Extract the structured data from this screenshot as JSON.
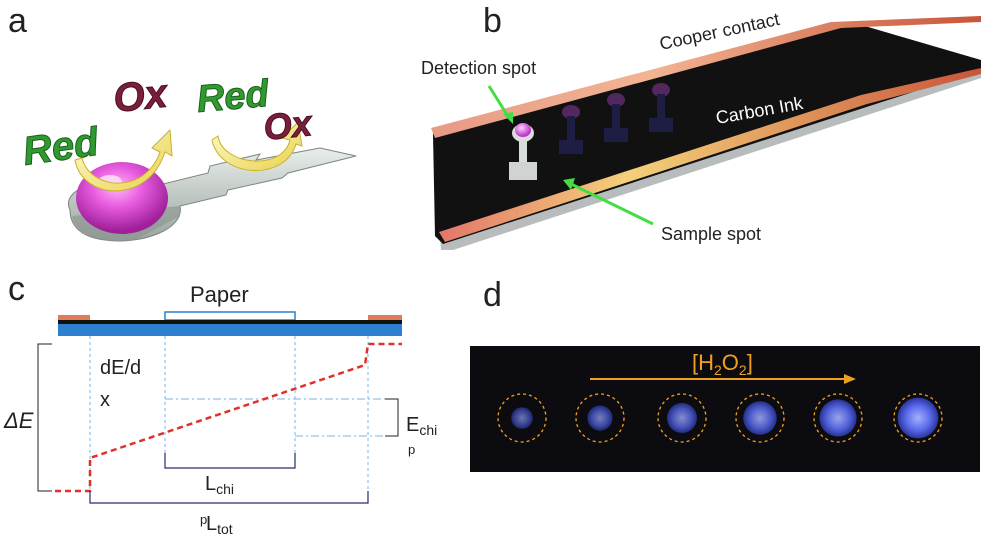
{
  "panels": {
    "a": {
      "letter": "a",
      "red_left": "Red",
      "ox_left": "Ox",
      "red_right": "Red",
      "ox_right": "Ox"
    },
    "b": {
      "letter": "b",
      "detection_spot": "Detection spot",
      "cooper_contact": "Cooper contact",
      "carbon_ink": "Carbon Ink",
      "sample_spot": "Sample spot"
    },
    "c": {
      "letter": "c",
      "paper": "Paper",
      "delta_e": "ΔE",
      "gradient": "dE/d",
      "gradient_x": "x",
      "e_chi": "E",
      "e_chi_sub": "chi",
      "e_chi_p": "p",
      "l_chi": "L",
      "l_chi_sub": "chi",
      "l_chi_p": "p",
      "l_tot": "L",
      "l_tot_sub": "tot"
    },
    "d": {
      "letter": "d",
      "concentration": "[H2O2]",
      "spot_intensities": [
        0.15,
        0.3,
        0.5,
        0.65,
        0.8,
        0.95
      ]
    }
  },
  "colors": {
    "green_text": "#2f9a2f",
    "ox_text": "#7a1f3a",
    "copper": "#e07b5a",
    "carbon": "#111111",
    "blue_strip": "#2f7fd1",
    "red_dashed": "#e0302a",
    "arrow_green": "#44dd44",
    "arrow_orange": "#f0a020",
    "spot_blue": "#3a4de0"
  }
}
